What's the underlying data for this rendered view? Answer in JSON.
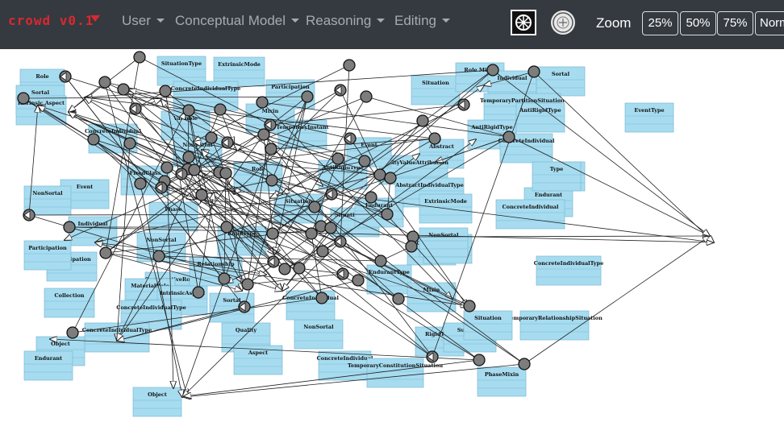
{
  "app": {
    "logo_text": "crowd v0.1"
  },
  "menus": [
    "User",
    "Conceptual Model",
    "Reasoning",
    "Editing"
  ],
  "zoom": {
    "label": "Zoom",
    "options": [
      "25%",
      "50%",
      "75%",
      "Norm"
    ]
  },
  "colors": {
    "navbar": "#343a40",
    "logo": "#d9282f",
    "box": "#a7dcf0",
    "box_edge": "#79b8d3",
    "node": "#7d7d7d"
  },
  "diagram": {
    "class_labels": [
      "Role",
      "Sortal",
      "Intrinsic Aspect",
      "SituationType",
      "ExtrinsicMode",
      "ConcreteIndividualType",
      "Participation",
      "Situation",
      "Role Mixin",
      "Sortal",
      "Individual",
      "TemporaryPartitionSituation",
      "EventType",
      "AntiRigidType",
      "AntiRigidType",
      "ConcreteIndividual",
      "Variable",
      "Mixin",
      "TemporaryInstant",
      "Event",
      "Abstract",
      "Type",
      "NonSortal",
      "Event",
      "FixedClass",
      "QualityValueAttribution",
      "AntiRigidType",
      "AbstractIndividualType",
      "ExtrinsicMode",
      "Endurant",
      "ConcreteIndividual",
      "NonSortal",
      "Collection",
      "ConcreteIndividualType",
      "Phase",
      "RigidType",
      "Participation",
      "NonSortal",
      "SituationType",
      "EndurantType",
      "ComparativeRole",
      "MaterialRole",
      "IntrinsicAspect",
      "Sortal",
      "ConcreteIndividualType",
      "ConcreteIndividualType",
      "Collection",
      "Mixin",
      "TemporaryRelationshipSituation",
      "Object",
      "Endurant",
      "Quality",
      "Aspect",
      "NonSortal",
      "ConcreteIndividual",
      "RigidType",
      "SubKind",
      "Situation",
      "Object",
      "PhaseMixin",
      "TemporaryConstitutionSituation",
      "ConcreteIndividual",
      "Collection",
      "Individual",
      "Relationship",
      "Endurant",
      "Role",
      "ConcreteIndividual",
      "Situation",
      "Event",
      "NonSortal",
      "Participation",
      "Type"
    ]
  }
}
